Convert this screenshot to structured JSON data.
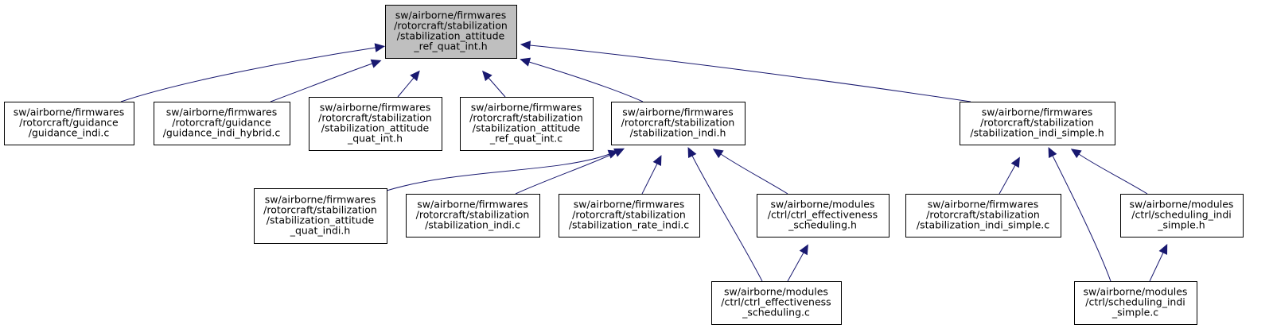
{
  "diagram": {
    "type": "include-dependency-graph",
    "edge_color": "#191970",
    "root_fill": "#bfbfbf",
    "nodes": {
      "root": {
        "lines": [
          "sw/airborne/firmwares",
          "/rotorcraft/stabilization",
          "/stabilization_attitude",
          "_ref_quat_int.h"
        ]
      },
      "guidance_indi_c": {
        "lines": [
          "sw/airborne/firmwares",
          "/rotorcraft/guidance",
          "/guidance_indi.c"
        ]
      },
      "guidance_indi_hybrid_c": {
        "lines": [
          "sw/airborne/firmwares",
          "/rotorcraft/guidance",
          "/guidance_indi_hybrid.c"
        ]
      },
      "stab_att_quat_int_h": {
        "lines": [
          "sw/airborne/firmwares",
          "/rotorcraft/stabilization",
          "/stabilization_attitude",
          "_quat_int.h"
        ]
      },
      "stab_att_ref_quat_int_c": {
        "lines": [
          "sw/airborne/firmwares",
          "/rotorcraft/stabilization",
          "/stabilization_attitude",
          "_ref_quat_int.c"
        ]
      },
      "stab_indi_h": {
        "lines": [
          "sw/airborne/firmwares",
          "/rotorcraft/stabilization",
          "/stabilization_indi.h"
        ]
      },
      "stab_indi_simple_h": {
        "lines": [
          "sw/airborne/firmwares",
          "/rotorcraft/stabilization",
          "/stabilization_indi_simple.h"
        ]
      },
      "stab_att_quat_indi_h": {
        "lines": [
          "sw/airborne/firmwares",
          "/rotorcraft/stabilization",
          "/stabilization_attitude",
          "_quat_indi.h"
        ]
      },
      "stab_indi_c": {
        "lines": [
          "sw/airborne/firmwares",
          "/rotorcraft/stabilization",
          "/stabilization_indi.c"
        ]
      },
      "stab_rate_indi_c": {
        "lines": [
          "sw/airborne/firmwares",
          "/rotorcraft/stabilization",
          "/stabilization_rate_indi.c"
        ]
      },
      "ctrl_eff_sched_h": {
        "lines": [
          "sw/airborne/modules",
          "/ctrl/ctrl_effectiveness",
          "_scheduling.h"
        ]
      },
      "stab_indi_simple_c": {
        "lines": [
          "sw/airborne/firmwares",
          "/rotorcraft/stabilization",
          "/stabilization_indi_simple.c"
        ]
      },
      "sched_indi_simple_h": {
        "lines": [
          "sw/airborne/modules",
          "/ctrl/scheduling_indi",
          "_simple.h"
        ]
      },
      "ctrl_eff_sched_c": {
        "lines": [
          "sw/airborne/modules",
          "/ctrl/ctrl_effectiveness",
          "_scheduling.c"
        ]
      },
      "sched_indi_simple_c": {
        "lines": [
          "sw/airborne/modules",
          "/ctrl/scheduling_indi",
          "_simple.c"
        ]
      }
    },
    "edges": [
      {
        "from": "guidance_indi_c",
        "to": "root"
      },
      {
        "from": "guidance_indi_hybrid_c",
        "to": "root"
      },
      {
        "from": "stab_att_quat_int_h",
        "to": "root"
      },
      {
        "from": "stab_att_ref_quat_int_c",
        "to": "root"
      },
      {
        "from": "stab_indi_h",
        "to": "root"
      },
      {
        "from": "stab_indi_simple_h",
        "to": "root"
      },
      {
        "from": "stab_att_quat_indi_h",
        "to": "stab_indi_h"
      },
      {
        "from": "stab_indi_c",
        "to": "stab_indi_h"
      },
      {
        "from": "stab_rate_indi_c",
        "to": "stab_indi_h"
      },
      {
        "from": "ctrl_eff_sched_h",
        "to": "stab_indi_h"
      },
      {
        "from": "ctrl_eff_sched_c",
        "to": "stab_indi_h"
      },
      {
        "from": "ctrl_eff_sched_c",
        "to": "ctrl_eff_sched_h"
      },
      {
        "from": "stab_indi_simple_c",
        "to": "stab_indi_simple_h"
      },
      {
        "from": "sched_indi_simple_h",
        "to": "stab_indi_simple_h"
      },
      {
        "from": "sched_indi_simple_c",
        "to": "stab_indi_simple_h"
      },
      {
        "from": "sched_indi_simple_c",
        "to": "sched_indi_simple_h"
      }
    ]
  }
}
